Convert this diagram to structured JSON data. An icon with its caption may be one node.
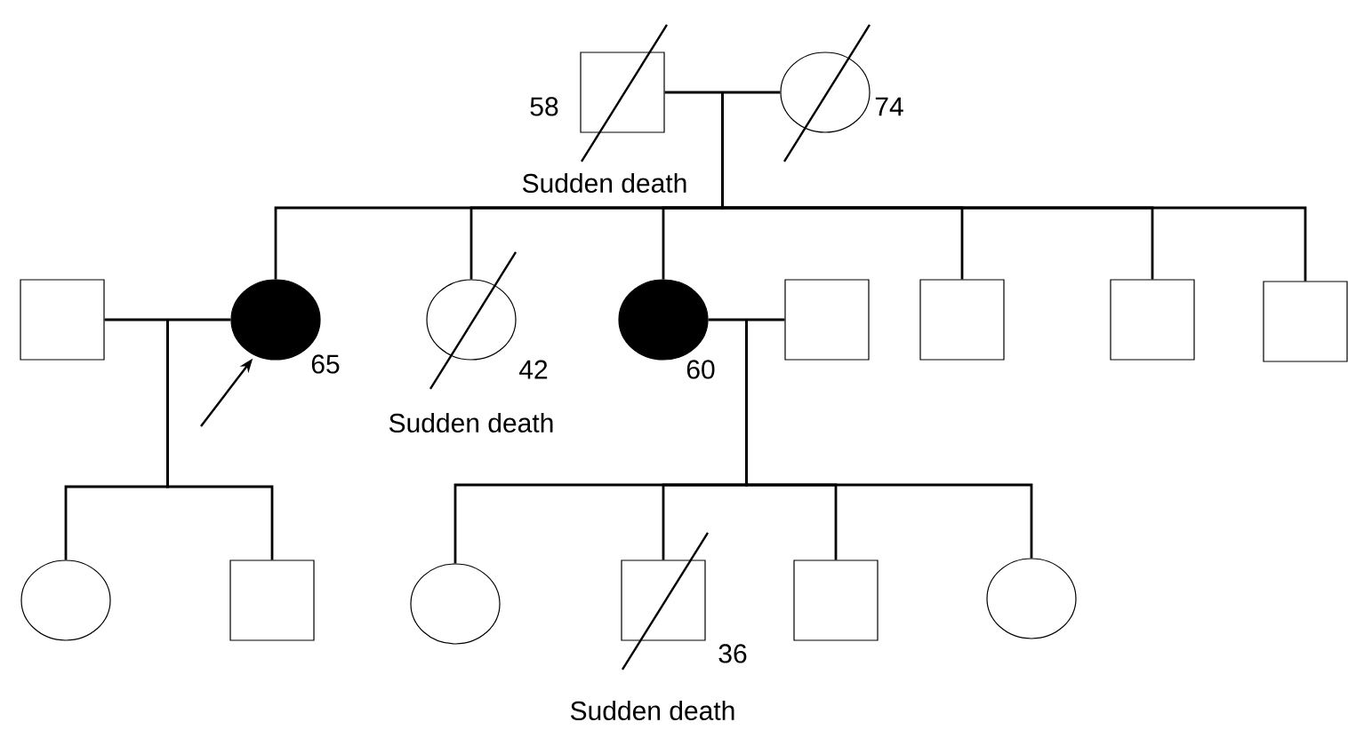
{
  "diagram": {
    "nodes": [
      {
        "text": [],
        "shape": "box",
        "beside": [
          "58",
          "Sudden death"
        ]
      },
      {
        "text": [],
        "shape": "circle",
        "beside": [
          "74"
        ]
      },
      {
        "text": [],
        "shape": "box"
      },
      {
        "text": [],
        "shape": "circle",
        "beside": [
          "65"
        ]
      },
      {
        "text": [],
        "shape": "circle",
        "beside": [
          "42",
          "Sudden death"
        ]
      },
      {
        "text": [],
        "shape": "circle",
        "beside": [
          "60"
        ]
      },
      {
        "text": [],
        "shape": "box"
      },
      {
        "text": [],
        "shape": "box"
      },
      {
        "text": [],
        "shape": "box"
      },
      {
        "text": [],
        "shape": "box"
      },
      {
        "text": [],
        "shape": "circle"
      },
      {
        "text": [],
        "shape": "box"
      },
      {
        "text": [],
        "shape": "circle"
      },
      {
        "text": [],
        "shape": "box",
        "beside": [
          "36",
          "Sudden death"
        ]
      },
      {
        "text": [],
        "shape": "box"
      },
      {
        "text": [],
        "shape": "circle"
      }
    ],
    "edges": [
      {
        "from": 0,
        "to": 1,
        "arrow": "none"
      },
      {
        "from": 0,
        "to": 3,
        "arrow": "none"
      },
      {
        "from": 0,
        "to": 4,
        "arrow": "none"
      },
      {
        "from": 0,
        "to": 5,
        "arrow": "none"
      },
      {
        "from": 0,
        "to": 7,
        "arrow": "none"
      },
      {
        "from": 0,
        "to": 8,
        "arrow": "none"
      },
      {
        "from": 0,
        "to": 9,
        "arrow": "none"
      },
      {
        "from": 2,
        "to": 3,
        "arrow": "none"
      },
      {
        "from": 2,
        "to": 10,
        "arrow": "none"
      },
      {
        "from": 2,
        "to": 11,
        "arrow": "none"
      },
      {
        "from": 5,
        "to": 6,
        "arrow": "none"
      },
      {
        "from": 5,
        "to": 12,
        "arrow": "none"
      },
      {
        "from": 5,
        "to": 13,
        "arrow": "none"
      },
      {
        "from": 5,
        "to": 14,
        "arrow": "none"
      },
      {
        "from": 5,
        "to": 15,
        "arrow": "none"
      },
      {
        "from": null,
        "to": 3,
        "arrow": "to"
      }
    ]
  }
}
